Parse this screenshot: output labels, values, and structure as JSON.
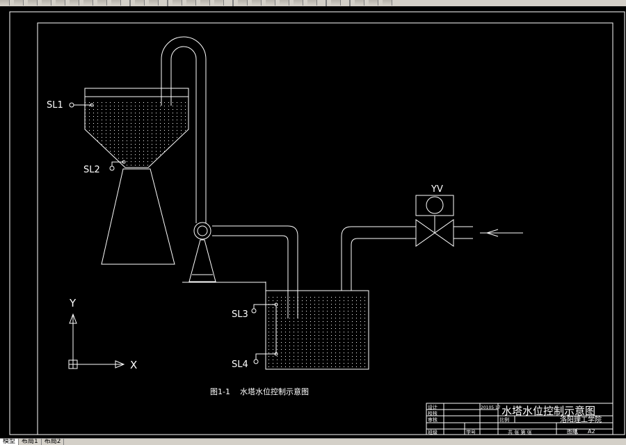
{
  "drawing": {
    "figure_caption": "图1-1    水塔水位控制示意图",
    "labels": {
      "sl1": "SL1",
      "sl2": "SL2",
      "sl3": "SL3",
      "sl4": "SL4",
      "yv": "YV",
      "axis_x": "X",
      "axis_y": "Y"
    },
    "title_block": {
      "main_title": "水塔水位控制示意图",
      "row_design": "设计",
      "row_check": "校核",
      "row_review": "审核",
      "row_class": "班级",
      "student_no_label": "学号",
      "date": "20105 17",
      "scale_label": "比例",
      "sheets_text": "共 张 第 张",
      "school": "洛阳理工学院",
      "paper_label": "图纸",
      "paper_size": "A2"
    }
  },
  "tabs": {
    "model": "模型",
    "layout1": "布局1",
    "layout2": "布局2"
  },
  "colors": {
    "background": "#000000",
    "linework": "#ffffff",
    "ui_chrome": "#d4d0c8"
  }
}
